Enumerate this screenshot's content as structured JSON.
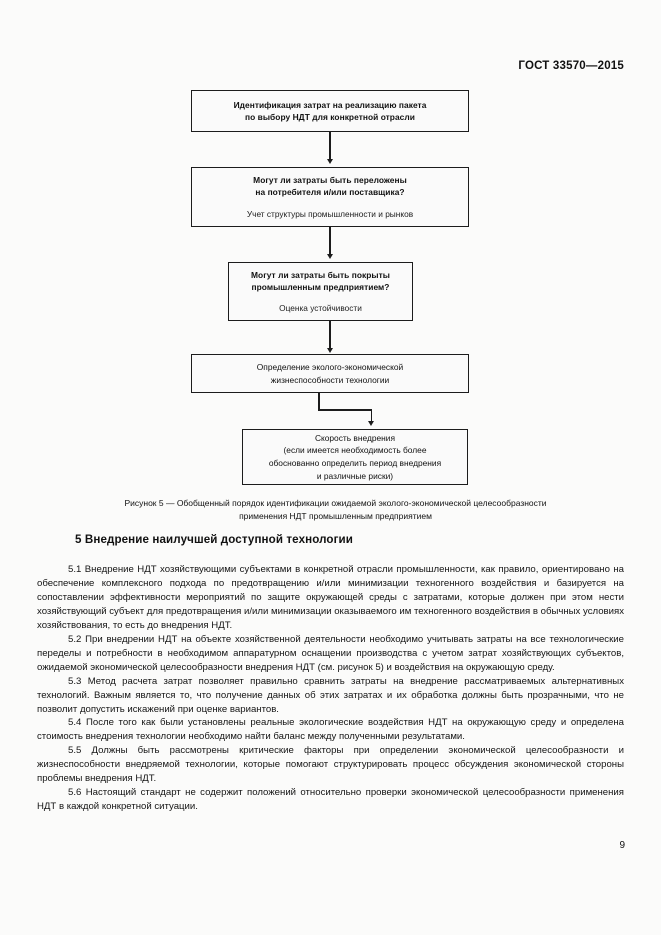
{
  "header": {
    "standard_ref": "ГОСТ 33570—2015"
  },
  "figure": {
    "boxes": [
      {
        "id": "identification",
        "title": "Идентификация затрат на реализацию пакета\nпо выбору НДТ для конкретной отрасли",
        "subtitle": "",
        "bold": true
      },
      {
        "id": "pass-to-consumer",
        "title": "Могут ли затраты быть переложены\nна потребителя и/или поставщика?",
        "subtitle": "Учет структуры промышленности и рынков",
        "bold": true
      },
      {
        "id": "covered-by-enterprise",
        "title": "Могут ли затраты быть покрыты\nпромышленным предприятием?",
        "subtitle": "Оценка устойчивости",
        "bold": true
      },
      {
        "id": "viability",
        "title": "Определение эколого-экономической\nжизнеспособности технологии",
        "subtitle": "",
        "bold": false
      },
      {
        "id": "implementation-speed",
        "title": "Скорость внедрения\n(если имеется необходимость более\nобоснованно определить период внедрения\nи различные риски)",
        "subtitle": "",
        "bold": false
      }
    ],
    "caption_line1": "Рисунок 5 — Обобщенный порядок идентификации ожидаемой эколого-экономической целесообразности",
    "caption_line2": "применения НДТ промышленным предприятием"
  },
  "section": {
    "heading": "5 Внедрение наилучшей доступной технологии",
    "paragraphs": [
      "5.1 Внедрение НДТ хозяйствующими субъектами в конкретной отрасли промышленности, как правило, ориентировано на обеспечение комплексного подхода по предотвращению и/или минимизации техногенного воздействия и базируется на сопоставлении эффективности мероприятий по защите окружающей среды с затратами, которые должен при этом нести хозяйствующий субъект для предотвращения и/или минимизации оказываемого им техногенного воздействия в обычных условиях хозяйствования, то есть до внедрения НДТ.",
      "5.2 При внедрении НДТ на объекте хозяйственной деятельности необходимо учитывать затраты на все технологические переделы и потребности в необходимом аппаратурном оснащении производства с учетом затрат хозяйствующих субъектов, ожидаемой экономической целесообразности внедрения НДТ (см. рисунок 5) и воздействия на окружающую среду.",
      "5.3 Метод расчета затрат позволяет правильно сравнить затраты на внедрение рассматриваемых альтернативных технологий. Важным является то, что получение данных об этих затратах и их обработка должны быть прозрачными, что не позволит допустить искажений при оценке вариантов.",
      "5.4 После того как были установлены реальные экологические воздействия НДТ на окружающую среду и определена стоимость внедрения технологии необходимо найти баланс между полученными результатами.",
      "5.5 Должны быть рассмотрены критические факторы при определении экономической целесообразности и жизнеспособности внедряемой технологии, которые помогают структурировать процесс обсуждения экономической стороны проблемы внедрения НДТ.",
      "5.6 Настоящий стандарт не содержит положений относительно проверки экономической целесообразности применения НДТ в каждой конкретной ситуации."
    ]
  },
  "footer": {
    "page_number": "9"
  },
  "colors": {
    "page_background": "#fbfbfa",
    "text": "#151515",
    "box_border": "#1c1c1c"
  }
}
